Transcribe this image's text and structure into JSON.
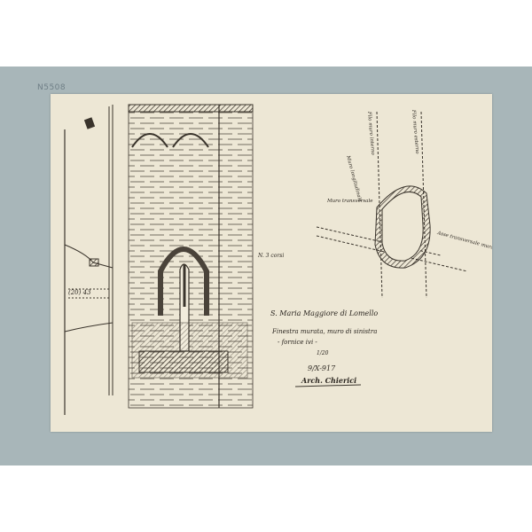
{
  "accession_number": "N5508",
  "drawing": {
    "title": "S. Maria Maggiore di Lomello",
    "subtitle_line1": "Finestra murata, muro di sinistra",
    "subtitle_line2": "- fornice ivi -",
    "scale": "1/20",
    "date": "9/X-917",
    "signature": "Arch. Chierici",
    "labels": {
      "left_dimension": "(20) 43",
      "elevation_note": "N. 3 corsi",
      "plan_wall_left": "Muro transversale",
      "plan_wall_right": "Asse transversale murato",
      "plan_axis_1": "Filo muro esterno",
      "plan_axis_2": "Filo muro interno",
      "plan_wall_top": "Muro longitudinale"
    }
  }
}
